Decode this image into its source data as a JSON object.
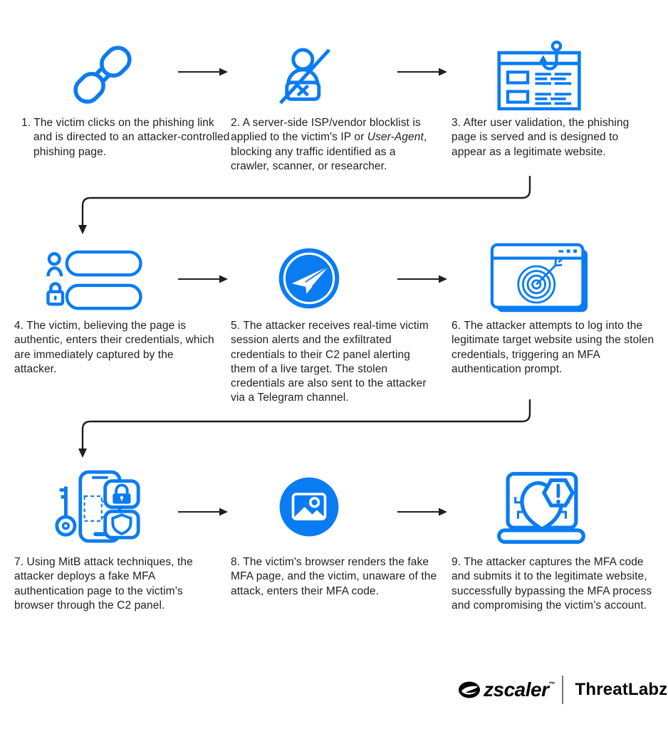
{
  "colors": {
    "accent": "#0a7cf2",
    "ink": "#1f1f1f"
  },
  "steps": [
    {
      "icon": "chain-link-icon",
      "segments": [
        {
          "text": "1. The victim clicks on the phishing link and is directed to an attacker-controlled phishing page."
        }
      ]
    },
    {
      "icon": "blocked-user-icon",
      "segments": [
        {
          "text": "2. A server-side ISP/vendor blocklist is applied to the victim's IP or "
        },
        {
          "text": "User-Agent",
          "italic": true
        },
        {
          "text": ", blocking any traffic identified as a crawler, scanner, or researcher."
        }
      ]
    },
    {
      "icon": "phishing-page-hook-icon",
      "segments": [
        {
          "text": "3. After user validation, the phishing page is served and is designed to appear as a legitimate website."
        }
      ]
    },
    {
      "icon": "credentials-fields-icon",
      "segments": [
        {
          "text": "4. The victim, believing the page is authentic, enters their credentials, which are immediately captured by the attacker."
        }
      ]
    },
    {
      "icon": "telegram-icon",
      "segments": [
        {
          "text": "5. The attacker receives real-time victim session alerts and the exfiltrated credentials to their C2 panel alerting them of a live target. The stolen credentials are also sent to the attacker via a Telegram channel."
        }
      ]
    },
    {
      "icon": "target-website-icon",
      "segments": [
        {
          "text": "6. The attacker attempts to log into the legitimate target website using the stolen credentials, triggering an MFA authentication prompt."
        }
      ]
    },
    {
      "icon": "mfa-phone-icon",
      "segments": [
        {
          "text": "7. Using MitB attack techniques, the attacker deploys a fake MFA authentication page to the victim’s browser through the C2 panel."
        }
      ]
    },
    {
      "icon": "mfa-page-image-icon",
      "segments": [
        {
          "text": "8. The victim's browser renders the fake MFA page, and the victim, unaware of the attack, enters their MFA code."
        }
      ]
    },
    {
      "icon": "compromised-laptop-shield-icon",
      "segments": [
        {
          "text": "9. The attacker captures the MFA code and submits it to the legitimate website, successfully bypassing the MFA process and compromising the victim’s account."
        }
      ]
    }
  ],
  "footer": {
    "brand": "zscaler",
    "trademark": "™",
    "product": "ThreatLabz"
  }
}
